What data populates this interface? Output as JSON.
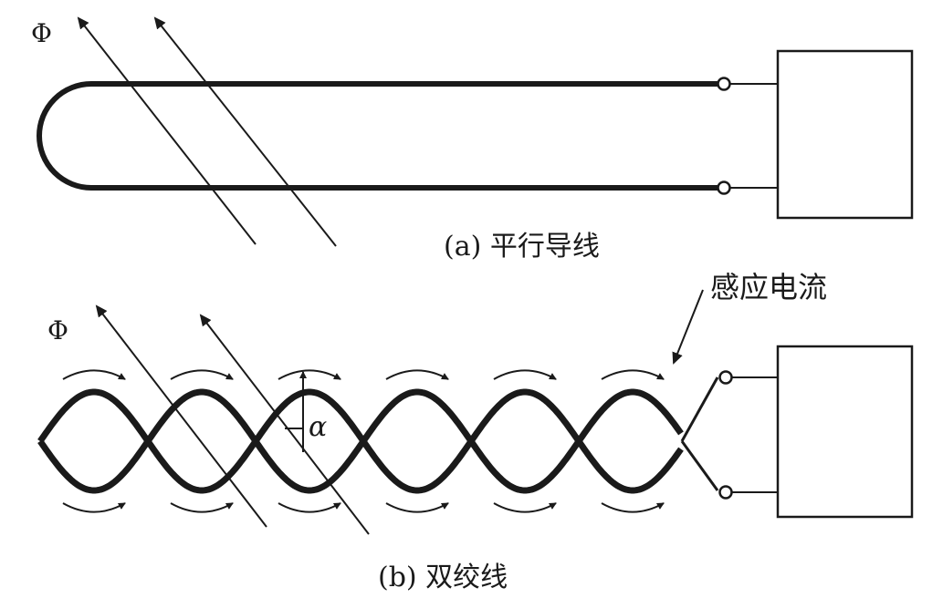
{
  "figure_a": {
    "flux_symbol": "Φ",
    "caption": "(a) 平行导线"
  },
  "figure_b": {
    "flux_symbol": "Φ",
    "angle_symbol": "α",
    "induced_current_label": "感应电流",
    "caption": "(b) 双绞线"
  },
  "colors": {
    "ink": "#1a1a1a",
    "background": "#ffffff"
  }
}
